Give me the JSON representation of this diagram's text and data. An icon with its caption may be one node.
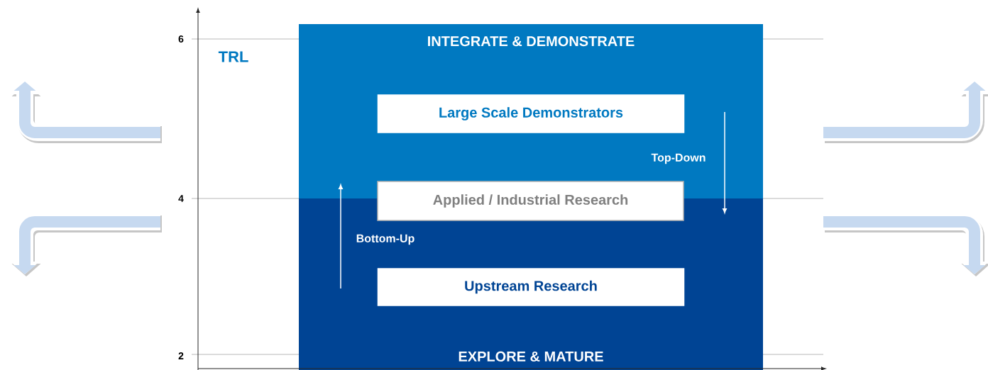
{
  "diagram": {
    "nodes": [
      {
        "text": [
          "INTEGRATE & DEMONSTRATE"
        ]
      },
      {
        "text": [
          "EXPLORE & MATURE"
        ]
      },
      {
        "text": [
          "Large Scale Demonstrators"
        ],
        "in": 0
      },
      {
        "text": [
          "Applied / Industrial Research"
        ]
      },
      {
        "text": [
          "Upstream Research"
        ],
        "in": 1
      }
    ],
    "labels": [
      "6",
      "TRL",
      "Top-Down",
      "4",
      "Bottom-Up",
      "2"
    ]
  }
}
